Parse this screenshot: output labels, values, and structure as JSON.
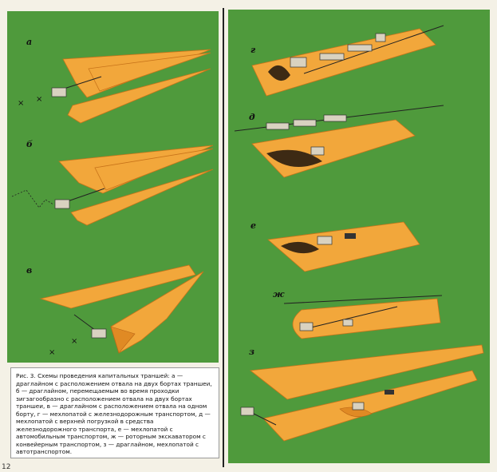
{
  "labels": {
    "a": "а",
    "b": "б",
    "v": "в",
    "g": "г",
    "d": "д",
    "e": "е",
    "zh": "ж",
    "z": "з"
  },
  "caption": "Рис. 3. Схемы проведения капитальных траншей: а — драглайном с расположением отвала на двух бортах траншеи, б — драглайном, перемещаемым во время проходки зигзагообразно с расположением отвала на двух бортах траншеи, в — драглайном с расположением отвала на одном борту, г — мехлопатой с железнодорожным транспортом, д — мехлопатой с верхней погрузкой в средства железнодорожного транспорта, е — мехлопатой с автомобильным транспортом, ж — роторным экскаватором с конвейерным транспортом, з — драглайном, мехлопатой с автотранспортом.",
  "page_number": "12",
  "colors": {
    "grass": "#4f9a3c",
    "sand": "#f2a73b",
    "sand_edge": "#c8741a"
  }
}
